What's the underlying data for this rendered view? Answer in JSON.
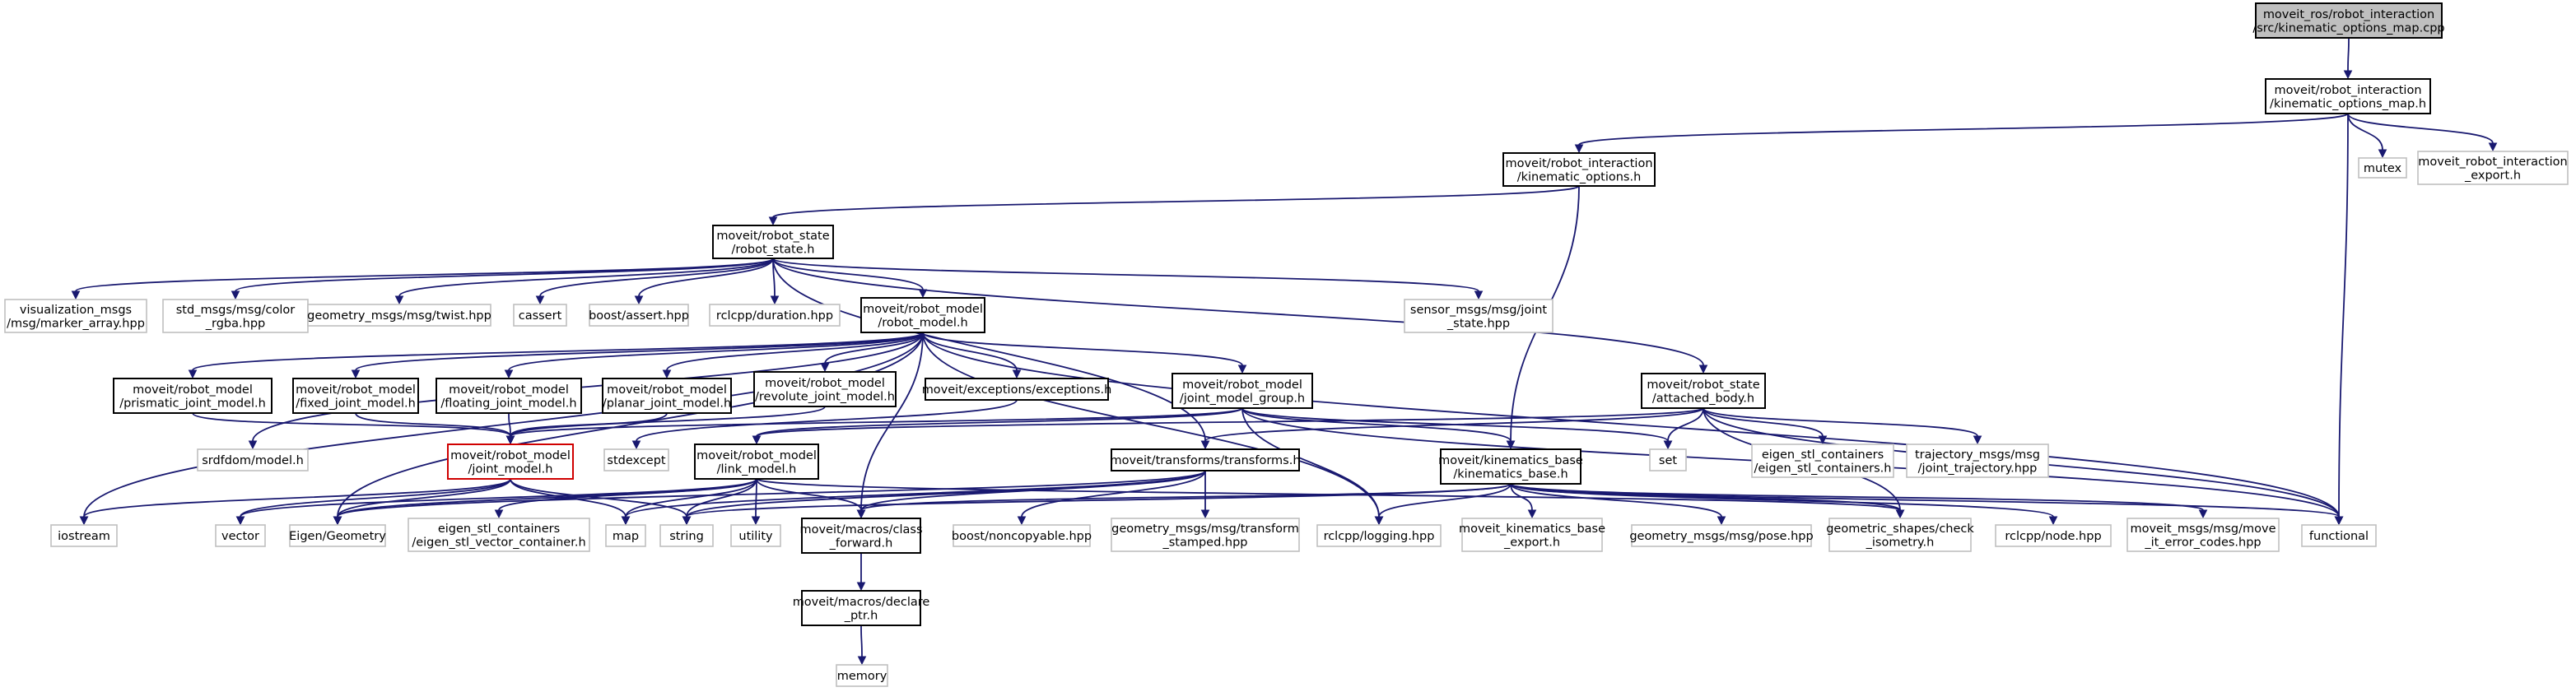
{
  "colors": {
    "edge": "#191970",
    "root_fill": "#bfbfbf",
    "external_border": "#bfbfbf",
    "cyclic_border": "#d00000"
  },
  "nodes": {
    "root": [
      "moveit_ros/robot_interaction",
      "/src/kinematic_options_map.cpp"
    ],
    "kom": [
      "moveit/robot_interaction",
      "/kinematic_options_map.h"
    ],
    "mutex": [
      "mutex"
    ],
    "export": [
      "moveit_robot_interaction",
      "_export.h"
    ],
    "ko": [
      "moveit/robot_interaction",
      "/kinematic_options.h"
    ],
    "rs": [
      "moveit/robot_state",
      "/robot_state.h"
    ],
    "vis": [
      "visualization_msgs",
      "/msg/marker_array.hpp"
    ],
    "color": [
      "std_msgs/msg/color",
      "_rgba.hpp"
    ],
    "twist": [
      "geometry_msgs/msg/twist.hpp"
    ],
    "cassert": [
      "cassert"
    ],
    "boostassert": [
      "boost/assert.hpp"
    ],
    "duration": [
      "rclcpp/duration.hpp"
    ],
    "rm": [
      "moveit/robot_model",
      "/robot_model.h"
    ],
    "sensor": [
      "sensor_msgs/msg/joint",
      "_state.hpp"
    ],
    "prismatic": [
      "moveit/robot_model",
      "/prismatic_joint_model.h"
    ],
    "fixed": [
      "moveit/robot_model",
      "/fixed_joint_model.h"
    ],
    "floating": [
      "moveit/robot_model",
      "/floating_joint_model.h"
    ],
    "planar": [
      "moveit/robot_model",
      "/planar_joint_model.h"
    ],
    "revolute": [
      "moveit/robot_model",
      "/revolute_joint_model.h"
    ],
    "exceptions": [
      "moveit/exceptions/exceptions.h"
    ],
    "jmg": [
      "moveit/robot_model",
      "/joint_model_group.h"
    ],
    "ab": [
      "moveit/robot_state",
      "/attached_body.h"
    ],
    "srdf": [
      "srdfdom/model.h"
    ],
    "jm": [
      "moveit/robot_model",
      "/joint_model.h"
    ],
    "stdexcept": [
      "stdexcept"
    ],
    "lm": [
      "moveit/robot_model",
      "/link_model.h"
    ],
    "transforms": [
      "moveit/transforms/transforms.h"
    ],
    "kb": [
      "moveit/kinematics_base",
      "/kinematics_base.h"
    ],
    "set": [
      "set"
    ],
    "eigenstl": [
      "eigen_stl_containers",
      "/eigen_stl_containers.h"
    ],
    "traj": [
      "trajectory_msgs/msg",
      "/joint_trajectory.hpp"
    ],
    "iostream": [
      "iostream"
    ],
    "vector": [
      "vector"
    ],
    "eigengeo": [
      "Eigen/Geometry"
    ],
    "eigenvec": [
      "eigen_stl_containers",
      "/eigen_stl_vector_container.h"
    ],
    "map": [
      "map"
    ],
    "string": [
      "string"
    ],
    "utility": [
      "utility"
    ],
    "classfwd": [
      "moveit/macros/class",
      "_forward.h"
    ],
    "noncopy": [
      "boost/noncopyable.hpp"
    ],
    "tfstamped": [
      "geometry_msgs/msg/transform",
      "_stamped.hpp"
    ],
    "logging": [
      "rclcpp/logging.hpp"
    ],
    "kbexport": [
      "moveit_kinematics_base",
      "_export.h"
    ],
    "pose": [
      "geometry_msgs/msg/pose.hpp"
    ],
    "checkiso": [
      "geometric_shapes/check",
      "_isometry.h"
    ],
    "node": [
      "rclcpp/node.hpp"
    ],
    "moveit_err": [
      "moveit_msgs/msg/move",
      "_it_error_codes.hpp"
    ],
    "functional": [
      "functional"
    ],
    "declptr": [
      "moveit/macros/declare",
      "_ptr.h"
    ],
    "memory": [
      "memory"
    ]
  }
}
